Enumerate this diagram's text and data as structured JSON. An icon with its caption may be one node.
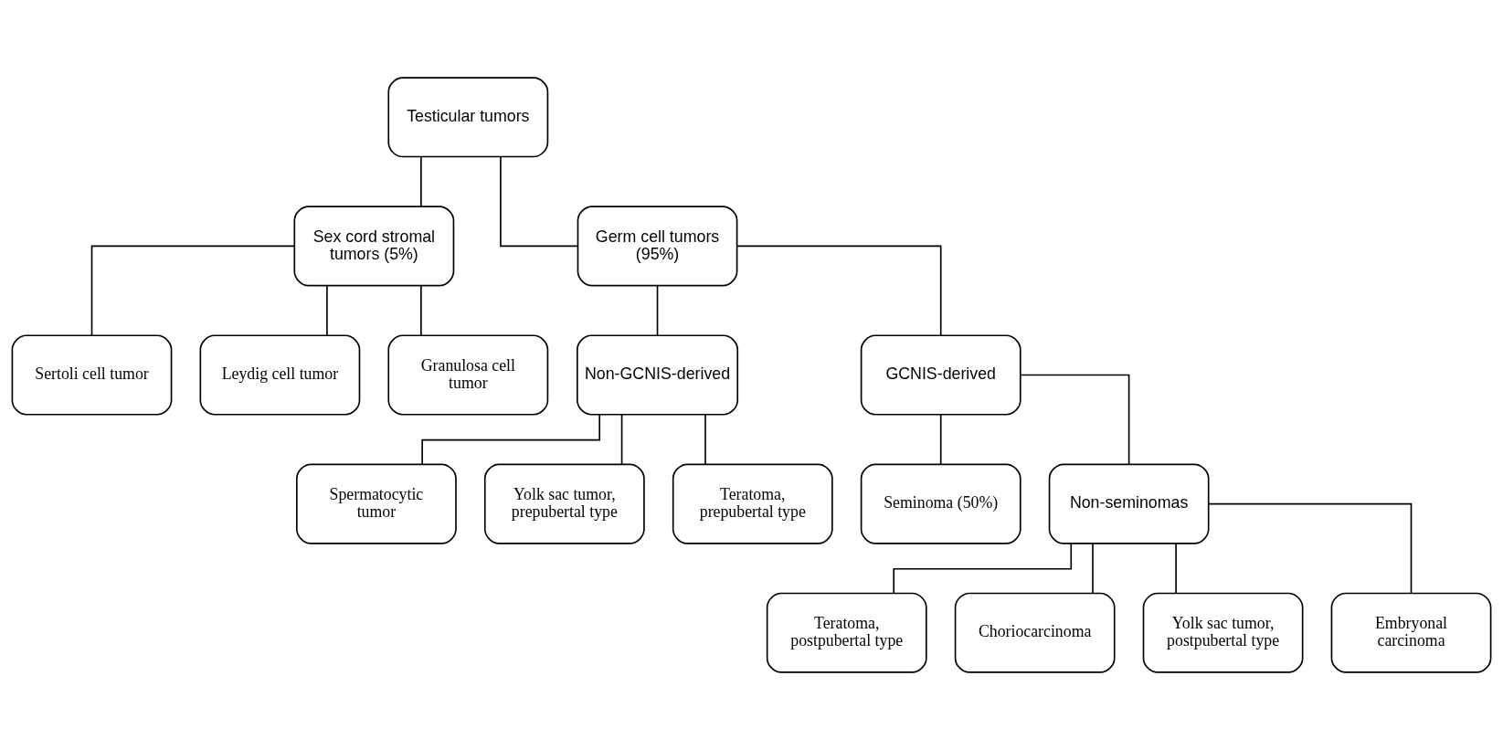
{
  "diagram": {
    "nodes": [
      {
        "text": [
          "Testicular tumors"
        ]
      },
      {
        "text": [
          "Sex cord stromal tumors (5%)"
        ]
      },
      {
        "text": [
          "Germ cell tumors (95%)"
        ]
      },
      {
        "text": [
          "Sertoli cell tumor"
        ]
      },
      {
        "text": [
          "Leydig cell tumor"
        ]
      },
      {
        "text": [
          "Granulosa cell tumor"
        ]
      },
      {
        "text": [
          "Non-GCNIS-derived"
        ]
      },
      {
        "text": [
          "GCNIS-derived"
        ]
      },
      {
        "text": [
          "Spermatocytic tumor"
        ]
      },
      {
        "text": [
          "Yolk sac tumor, prepubertal type"
        ]
      },
      {
        "text": [
          "Teratoma, prepubertal type"
        ]
      },
      {
        "text": [
          "Seminoma (50%)"
        ]
      },
      {
        "text": [
          "Non-seminomas"
        ]
      },
      {
        "text": [
          "Teratoma, postpubertal type"
        ]
      },
      {
        "text": [
          "Choriocarcinoma"
        ]
      },
      {
        "text": [
          "Yolk sac tumor, postpubertal type"
        ]
      },
      {
        "text": [
          "Embryonal carcinoma"
        ]
      }
    ],
    "edges": [
      {
        "from": 0,
        "to": 1,
        "arrow": "none"
      },
      {
        "from": 0,
        "to": 2,
        "arrow": "none"
      },
      {
        "from": 1,
        "to": 3,
        "arrow": "none"
      },
      {
        "from": 1,
        "to": 4,
        "arrow": "none"
      },
      {
        "from": 1,
        "to": 5,
        "arrow": "none"
      },
      {
        "from": 2,
        "to": 6,
        "arrow": "none"
      },
      {
        "from": 2,
        "to": 7,
        "arrow": "none"
      },
      {
        "from": 6,
        "to": 8,
        "arrow": "none"
      },
      {
        "from": 6,
        "to": 9,
        "arrow": "none"
      },
      {
        "from": 6,
        "to": 10,
        "arrow": "none"
      },
      {
        "from": 7,
        "to": 11,
        "arrow": "none"
      },
      {
        "from": 7,
        "to": 12,
        "arrow": "none"
      },
      {
        "from": 12,
        "to": 13,
        "arrow": "none"
      },
      {
        "from": 12,
        "to": 14,
        "arrow": "none"
      },
      {
        "from": 12,
        "to": 15,
        "arrow": "none"
      },
      {
        "from": 12,
        "to": 16,
        "arrow": "none"
      }
    ]
  }
}
